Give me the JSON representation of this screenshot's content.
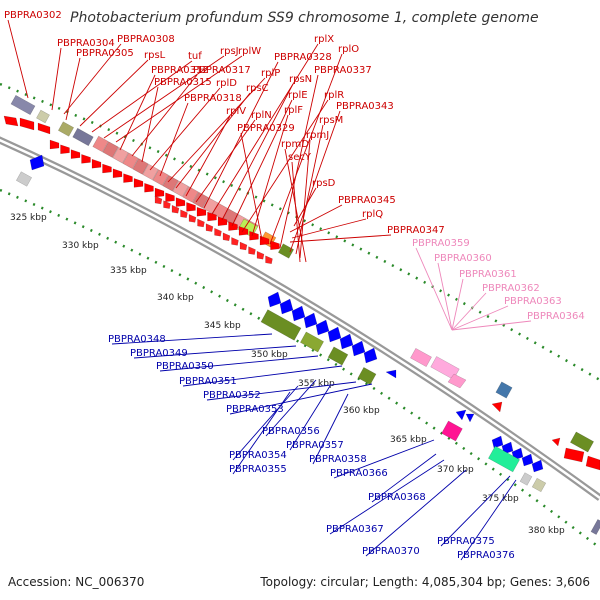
{
  "title": "Photobacterium profundum SS9 chromosome 1, complete genome",
  "footer": {
    "accession": "Accession: NC_006370",
    "summary": "Topology: circular; Length: 4,085,304 bp; Genes: 3,606"
  },
  "colors": {
    "label_red": "#cc0000",
    "label_pink": "#ee88bb",
    "label_blue": "#0000aa",
    "backbone": "#999999",
    "tick": "#2a8a2a",
    "forward_gene": "#ff0000",
    "reverse_gene": "#0000ff",
    "rrna": "#ff99cc",
    "trna_olive": "#6b8e23"
  },
  "kbp_markers": [
    "325 kbp",
    "330 kbp",
    "335 kbp",
    "340 kbp",
    "345 kbp",
    "350 kbp",
    "355 kbp",
    "360 kbp",
    "365 kbp",
    "370 kbp",
    "375 kbp",
    "380 kbp"
  ],
  "labels_red": [
    "PBPRA0302",
    "PBPRA0304",
    "PBPRA0308",
    "PBPRA0305",
    "rpsL",
    "tuf",
    "rpsJ",
    "rplW",
    "PBPRA0312",
    "PBPRA0317",
    "PBPRA0315",
    "rplD",
    "PBPRA0318",
    "rplP",
    "rpsC",
    "rplV",
    "rplN",
    "PBPRA0328",
    "rplX",
    "rpsN",
    "rplE",
    "rplR",
    "rplF",
    "PBPRA0329",
    "rplO",
    "PBPRA0337",
    "PBPRA0343",
    "rpsM",
    "rpmJ",
    "rpmD",
    "secY",
    "rpsD",
    "PBPRA0345",
    "rplQ",
    "PBPRA0347"
  ],
  "labels_pink": [
    "PBPRA0359",
    "PBPRA0360",
    "PBPRA0361",
    "PBPRA0362",
    "PBPRA0363",
    "PBPRA0364"
  ],
  "labels_blue": [
    "PBPRA0348",
    "PBPRA0349",
    "PBPRA0350",
    "PBPRA0351",
    "PBPRA0352",
    "PBPRA0353",
    "PBPRA0356",
    "PBPRA0357",
    "PBPRA0354",
    "PBPRA0358",
    "PBPRA0355",
    "PBPRA0366",
    "PBPRA0368",
    "PBPRA0367",
    "PBPRA0370",
    "PBPRA0375",
    "PBPRA0376"
  ]
}
